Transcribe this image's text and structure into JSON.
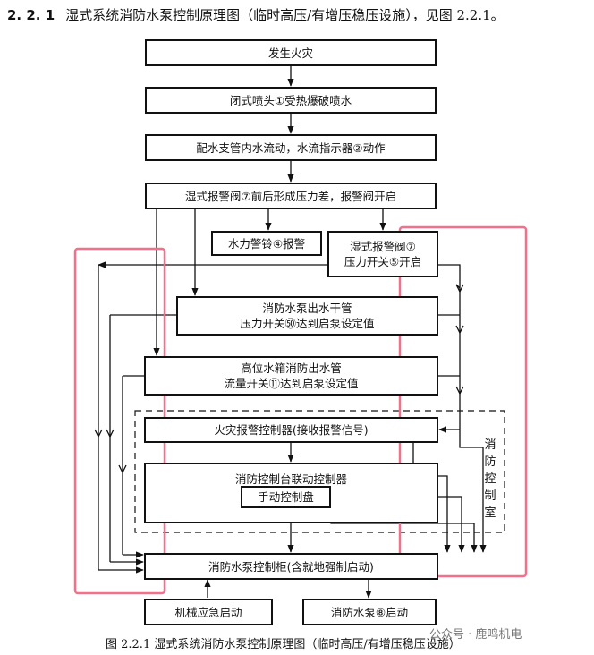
{
  "heading": {
    "number": "2. 2. 1",
    "text": "湿式系统消防水泵控制原理图（临时高压/有增压稳压设施），见图 2.2.1。"
  },
  "boxes": {
    "fire": "发生火灾",
    "sprinkler": "闭式喷头①受热爆破喷水",
    "flow": "配水支管内水流动，水流指示器②动作",
    "alarm_valve": "湿式报警阀⑦前后形成压力差，报警阀开启",
    "bell": "水力警铃④报警",
    "pressure_switch_l1": "湿式报警阀⑦",
    "pressure_switch_l2": "压力开关⑤开启",
    "main_pipe_l1": "消防水泵出水干管",
    "main_pipe_l2": "压力开关㊿达到启泵设定值",
    "tank_l1": "高位水箱消防出水管",
    "tank_l2": "流量开关⑪达到启泵设定值",
    "fire_alarm_ctrl": "火灾报警控制器(接收报警信号)",
    "linkage_ctrl": "消防控制台联动控制器",
    "manual_panel": "手动控制盘",
    "pump_cabinet": "消防水泵控制柜(含就地强制启动)",
    "mechanical": "机械应急启动",
    "pump_start": "消防水泵⑧启动"
  },
  "control_room": "消防控制室",
  "caption": "图 2.2.1   湿式系统消防水泵控制原理图（临时高压/有增压稳压设施）",
  "watermark": "公众号 · 鹿鸣机电",
  "colors": {
    "line": "#111111",
    "highlight": "#f2708a"
  }
}
